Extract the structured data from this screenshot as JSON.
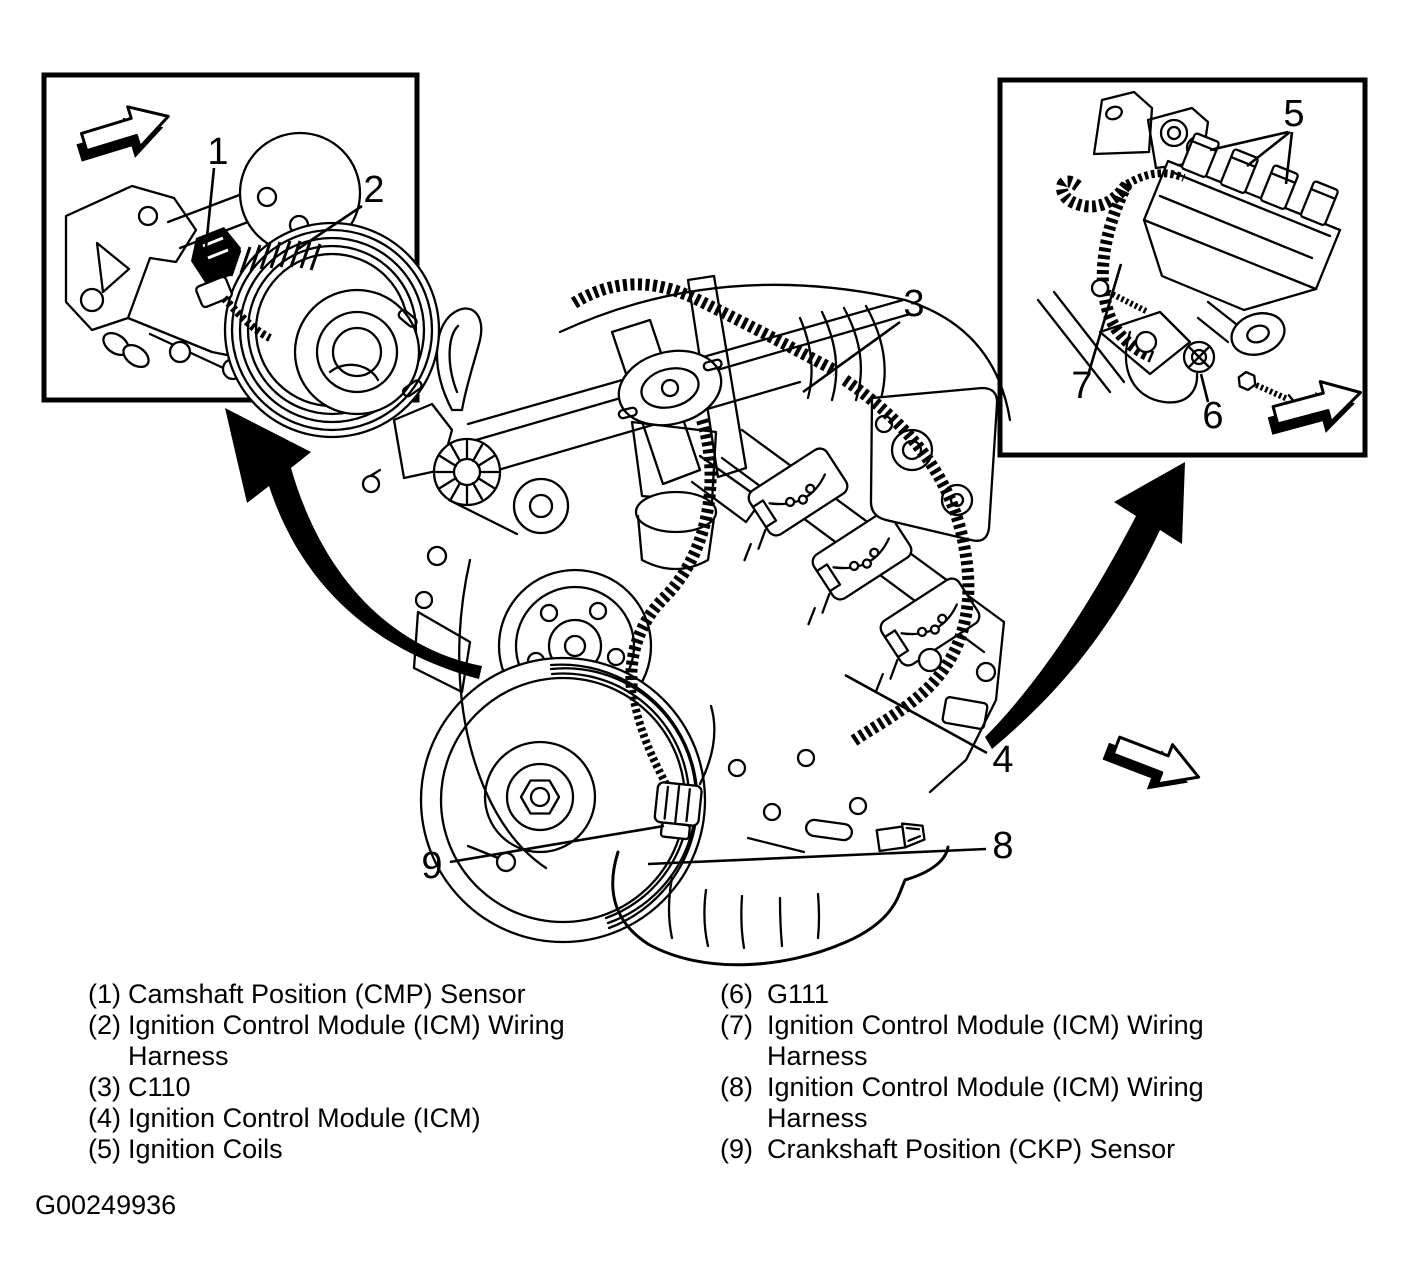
{
  "figure_code": "G00249936",
  "callouts": {
    "c1": "1",
    "c2": "2",
    "c3": "3",
    "c4": "4",
    "c5": "5",
    "c6": "6",
    "c7": "7",
    "c8": "8",
    "c9": "9"
  },
  "legend": {
    "left": [
      {
        "num": "(1)",
        "label": "Camshaft Position (CMP) Sensor"
      },
      {
        "num": "(2)",
        "label": "Ignition Control Module (ICM) Wiring Harness"
      },
      {
        "num": "(3)",
        "label": "C110"
      },
      {
        "num": "(4)",
        "label": "Ignition Control Module (ICM)"
      },
      {
        "num": "(5)",
        "label": "Ignition Coils"
      }
    ],
    "right": [
      {
        "num": "(6)",
        "label": "G111"
      },
      {
        "num": "(7)",
        "label": "Ignition Control Module (ICM) Wiring Harness"
      },
      {
        "num": "(8)",
        "label": "Ignition Control Module (ICM) Wiring Harness"
      },
      {
        "num": "(9)",
        "label": "Crankshaft Position (CKP) Sensor"
      }
    ]
  },
  "colors": {
    "ink": "#000000",
    "paper": "#ffffff"
  }
}
